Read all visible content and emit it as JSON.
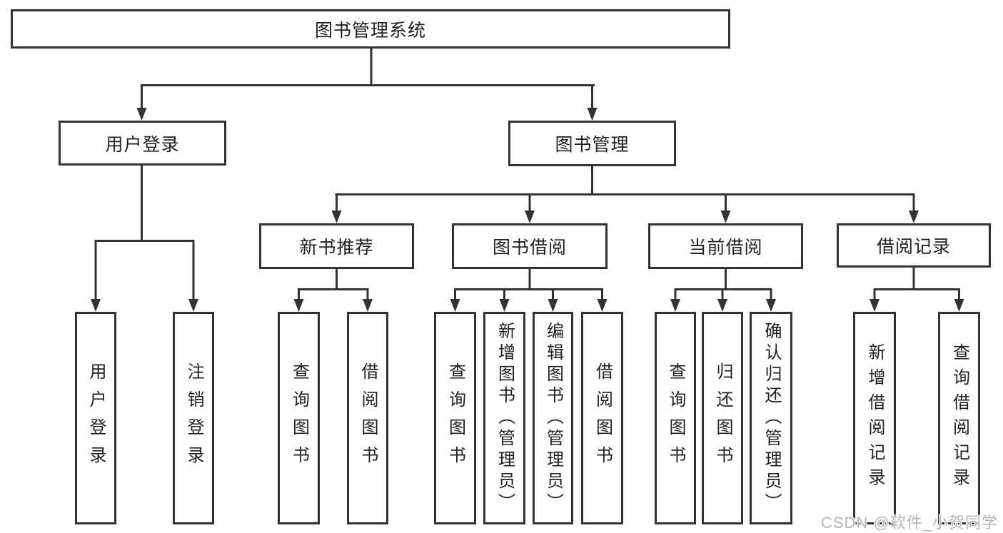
{
  "diagram": {
    "root": {
      "id": "library-management-system",
      "label": "图书管理系统"
    },
    "level2": [
      {
        "id": "user-login",
        "label": "用户登录",
        "parent": "library-management-system"
      },
      {
        "id": "book-management",
        "label": "图书管理",
        "parent": "library-management-system"
      }
    ],
    "level3": [
      {
        "id": "new-book-recommendation",
        "label": "新书推荐",
        "parent": "book-management"
      },
      {
        "id": "book-borrowing",
        "label": "图书借阅",
        "parent": "book-management"
      },
      {
        "id": "current-borrowing",
        "label": "当前借阅",
        "parent": "book-management"
      },
      {
        "id": "borrowing-records",
        "label": "借阅记录",
        "parent": "book-management"
      }
    ],
    "leaves": [
      {
        "id": "user-login-action",
        "label": "用户登录",
        "parent": "user-login"
      },
      {
        "id": "logout-action",
        "label": "注销登录",
        "parent": "user-login"
      },
      {
        "id": "query-books-recommend",
        "label": "查询图书",
        "parent": "new-book-recommendation"
      },
      {
        "id": "borrow-books-recommend",
        "label": "借阅图书",
        "parent": "new-book-recommendation"
      },
      {
        "id": "query-books-borrowing",
        "label": "查询图书",
        "parent": "book-borrowing"
      },
      {
        "id": "add-books-admin",
        "label": "新增图书（管理员）",
        "parent": "book-borrowing"
      },
      {
        "id": "edit-books-admin",
        "label": "编辑图书（管理员）",
        "parent": "book-borrowing"
      },
      {
        "id": "borrow-books-borrowing",
        "label": "借阅图书",
        "parent": "book-borrowing"
      },
      {
        "id": "query-books-current",
        "label": "查询图书",
        "parent": "current-borrowing"
      },
      {
        "id": "return-books",
        "label": "归还图书",
        "parent": "current-borrowing"
      },
      {
        "id": "confirm-return-admin",
        "label": "确认归还（管理员）",
        "parent": "current-borrowing"
      },
      {
        "id": "add-borrowing-record",
        "label": "新增借阅记录",
        "parent": "borrowing-records"
      },
      {
        "id": "query-borrowing-record",
        "label": "查询借阅记录",
        "parent": "borrowing-records"
      }
    ],
    "watermark": "CSDN @软件_小贺同学",
    "colors": {
      "line": "#333333",
      "box_border": "#333333",
      "box_background": "#ffffff",
      "text": "#1f1f1f",
      "watermark": "#b5b5b5",
      "background": "#ffffff"
    }
  }
}
